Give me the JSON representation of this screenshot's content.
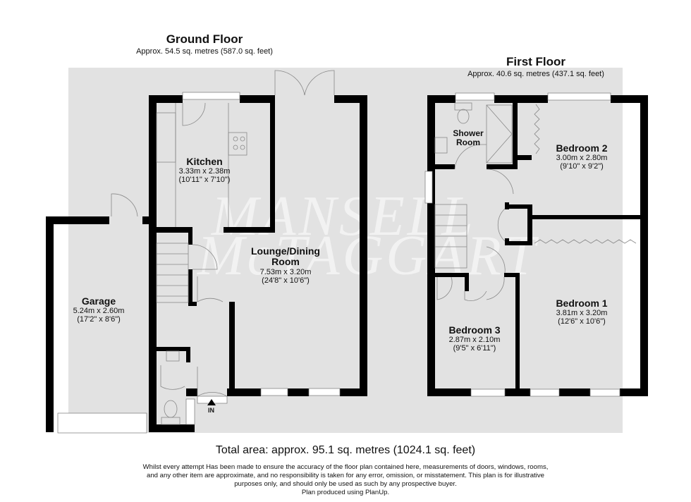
{
  "ground_floor": {
    "title": "Ground Floor",
    "area": "Approx. 54.5 sq. metres (587.0 sq. feet)",
    "rooms": [
      {
        "name": "Kitchen",
        "metric": "3.33m x 2.38m",
        "imperial": "(10'11\" x 7'10\")"
      },
      {
        "name_line1": "Lounge/Dining",
        "name_line2": "Room",
        "metric": "7.53m x 3.20m",
        "imperial": "(24'8\" x 10'6\")"
      },
      {
        "name": "Garage",
        "metric": "5.24m x 2.60m",
        "imperial": "(17'2\" x 8'6\")"
      }
    ],
    "entrance_label": "IN"
  },
  "first_floor": {
    "title": "First Floor",
    "area": "Approx. 40.6 sq. metres (437.1 sq. feet)",
    "rooms": [
      {
        "name_line1": "Shower",
        "name_line2": "Room"
      },
      {
        "name": "Bedroom 2",
        "metric": "3.00m x 2.80m",
        "imperial": "(9'10\" x 9'2\")"
      },
      {
        "name": "Bedroom 1",
        "metric": "3.81m x 3.20m",
        "imperial": "(12'6\" x 10'6\")"
      },
      {
        "name": "Bedroom 3",
        "metric": "2.87m x 2.10m",
        "imperial": "(9'5\" x 6'11\")"
      }
    ]
  },
  "watermark": {
    "line1": "MANSELL",
    "line2": "McTAGGART"
  },
  "footer": {
    "total_area": "Total area: approx. 95.1 sq. metres (1024.1 sq. feet)",
    "disclaimer_lines": [
      "Whilst every attempt Has been made to ensure the accuracy of the floor plan contained here, measurements of doors, windows, rooms,",
      "and any other item are approximate, and no responsibility is taken for any error, omission, or misstatement. This plan is for illustrative",
      "purposes only, and should only be used as such by any prospective buyer.",
      "Plan produced using PlanUp."
    ]
  },
  "colors": {
    "background": "#e2e2e2",
    "wall": "#000000",
    "page": "#ffffff"
  }
}
